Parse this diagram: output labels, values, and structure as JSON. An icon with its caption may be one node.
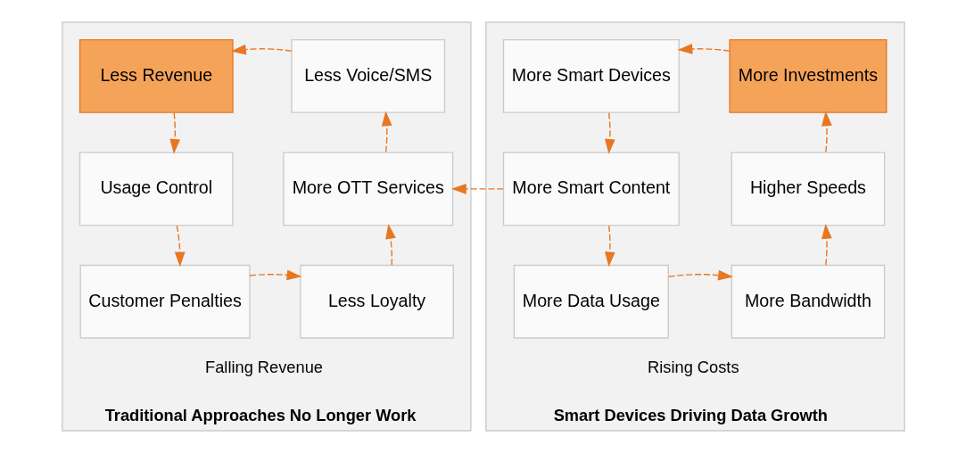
{
  "diagram": {
    "nodes": [
      {
        "text": [
          "Falling Revenue",
          "Traditional Approaches No Longer Work"
        ]
      },
      {
        "text": [
          "Less Revenue"
        ],
        "in": 0
      },
      {
        "text": [
          "Less Voice/SMS"
        ],
        "in": 0
      },
      {
        "text": [
          "Usage Control"
        ],
        "in": 0
      },
      {
        "text": [
          "More OTT Services"
        ],
        "in": 0
      },
      {
        "text": [
          "Customer Penalties"
        ],
        "in": 0
      },
      {
        "text": [
          "Less Loyalty"
        ],
        "in": 0
      },
      {
        "text": [
          "Rising Costs",
          "Smart Devices Driving Data Growth"
        ]
      },
      {
        "text": [
          "More Smart Devices"
        ],
        "in": 7
      },
      {
        "text": [
          "More Investments"
        ],
        "in": 7
      },
      {
        "text": [
          "More Smart Content"
        ],
        "in": 7
      },
      {
        "text": [
          "Higher Speeds"
        ],
        "in": 7
      },
      {
        "text": [
          "More Data Usage"
        ],
        "in": 7
      },
      {
        "text": [
          "More Bandwidth"
        ],
        "in": 7
      }
    ],
    "edges": [
      {
        "from": 2,
        "to": 1,
        "arrow": "to",
        "style": "dashed"
      },
      {
        "from": 1,
        "to": 3,
        "arrow": "to",
        "style": "dashed"
      },
      {
        "from": 3,
        "to": 5,
        "arrow": "to",
        "style": "dashed"
      },
      {
        "from": 5,
        "to": 6,
        "arrow": "to",
        "style": "dashed"
      },
      {
        "from": 6,
        "to": 4,
        "arrow": "to",
        "style": "dashed"
      },
      {
        "from": 4,
        "to": 2,
        "arrow": "to",
        "style": "dashed"
      },
      {
        "from": 10,
        "to": 4,
        "arrow": "to",
        "style": "dashed"
      },
      {
        "from": 9,
        "to": 8,
        "arrow": "to",
        "style": "dashed"
      },
      {
        "from": 8,
        "to": 10,
        "arrow": "to",
        "style": "dashed"
      },
      {
        "from": 10,
        "to": 12,
        "arrow": "to",
        "style": "dashed"
      },
      {
        "from": 12,
        "to": 13,
        "arrow": "to",
        "style": "dashed"
      },
      {
        "from": 13,
        "to": 11,
        "arrow": "to",
        "style": "dashed"
      },
      {
        "from": 11,
        "to": 9,
        "arrow": "to",
        "style": "dashed"
      }
    ]
  }
}
